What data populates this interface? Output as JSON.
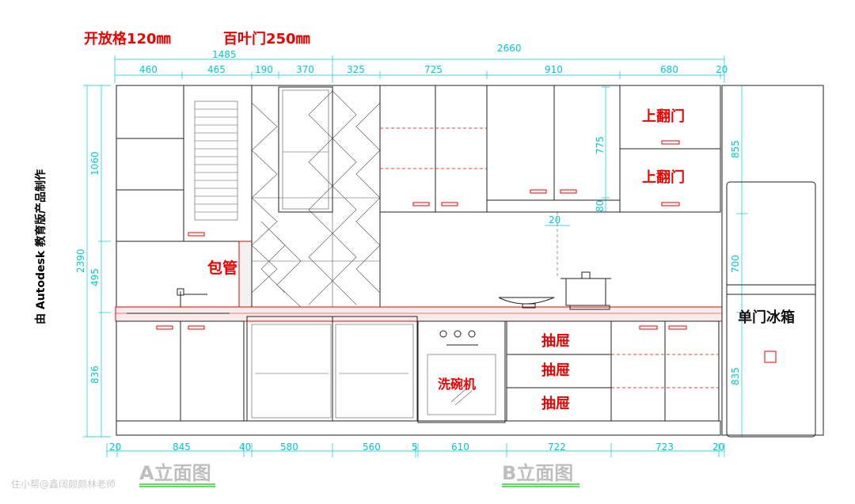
{
  "annotations": {
    "open_shelf": "开放格120㎜",
    "louver_door": "百叶门250㎜",
    "flip_door_1": "上翻门",
    "flip_door_2": "上翻门",
    "pipe_cover": "包管",
    "fridge": "单门冰箱",
    "drawer_1": "抽屉",
    "drawer_2": "抽屉",
    "drawer_3": "抽屉",
    "dishwasher": "洗碗机"
  },
  "elevations": {
    "a": "A立面图",
    "b": "B立面图"
  },
  "vertical_credit": "由 Autodesk 教育版产品制作",
  "watermark": "住小帮@鑫阔颜颜林老师",
  "top_dims": {
    "overall_a": "1485",
    "overall_b": "2660",
    "segments": [
      "460",
      "465",
      "190",
      "370",
      "325",
      "725",
      "910",
      "680",
      "20"
    ]
  },
  "bottom_dims": [
    "20",
    "845",
    "40",
    "580",
    "560",
    "5",
    "610",
    "722",
    "723",
    "20"
  ],
  "left_dims": {
    "total": "2390",
    "upper": "1060",
    "middle": "495",
    "lower": "836"
  },
  "right_dims": {
    "upper": "855",
    "middle": "700",
    "lower": "835"
  },
  "inner_dims": {
    "flip_height": "775",
    "flip_gap": "80",
    "hood_gap": "20"
  }
}
